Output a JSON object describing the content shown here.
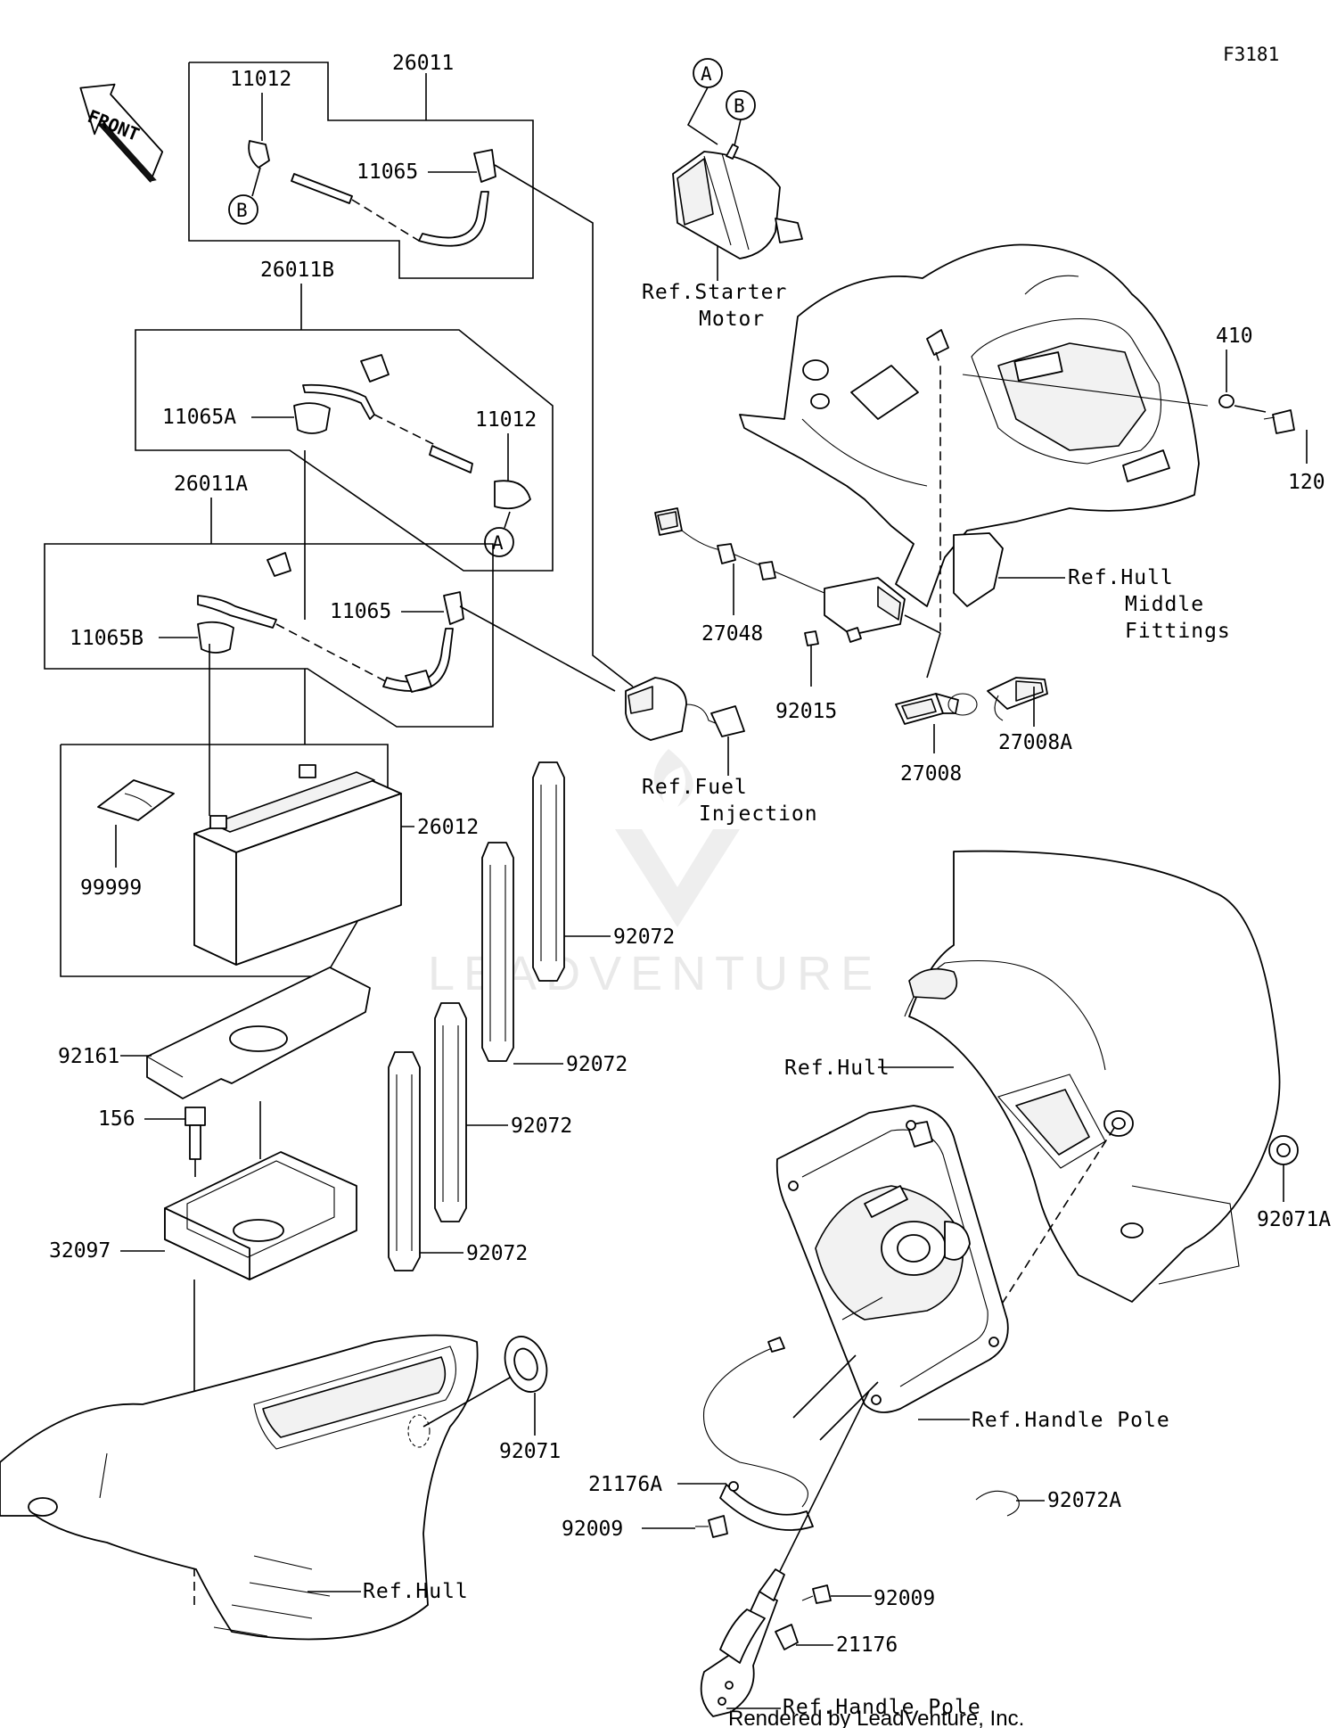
{
  "diagram_code": "F3181",
  "front_label": "FRONT",
  "watermark": "LEADVENTURE",
  "credit": "Rendered by LeadVenture, Inc.",
  "callouts": {
    "A": "A",
    "B": "B"
  },
  "parts": {
    "p26011": "26011",
    "p11012_top": "11012",
    "p11065_top": "11065",
    "p26011B": "26011B",
    "p11065A": "11065A",
    "p11012_mid": "11012",
    "p26011A": "26011A",
    "p11065_mid": "11065",
    "p11065B": "11065B",
    "p26012": "26012",
    "p99999": "99999",
    "p92072_a": "92072",
    "p92072_b": "92072",
    "p92072_c": "92072",
    "p92072_d": "92072",
    "p92161": "92161",
    "p156": "156",
    "p32097": "32097",
    "p92071": "92071",
    "p410": "410",
    "p120": "120",
    "p27048": "27048",
    "p92015": "92015",
    "p27008": "27008",
    "p27008A": "27008A",
    "p92071A": "92071A",
    "p21176A": "21176A",
    "p92009_a": "92009",
    "p92072A": "92072A",
    "p92009_b": "92009",
    "p21176": "21176"
  },
  "references": {
    "starter_1": "Ref.Starter",
    "starter_2": "Motor",
    "hull_mid_1": "Ref.Hull",
    "hull_mid_2": "Middle",
    "hull_mid_3": "Fittings",
    "fuel_1": "Ref.Fuel",
    "fuel_2": "Injection",
    "hull_right": "Ref.Hull",
    "handle_pole_1": "Ref.Handle Pole",
    "hull_bottom": "Ref.Hull",
    "handle_pole_2": "Ref.Handle Pole"
  }
}
